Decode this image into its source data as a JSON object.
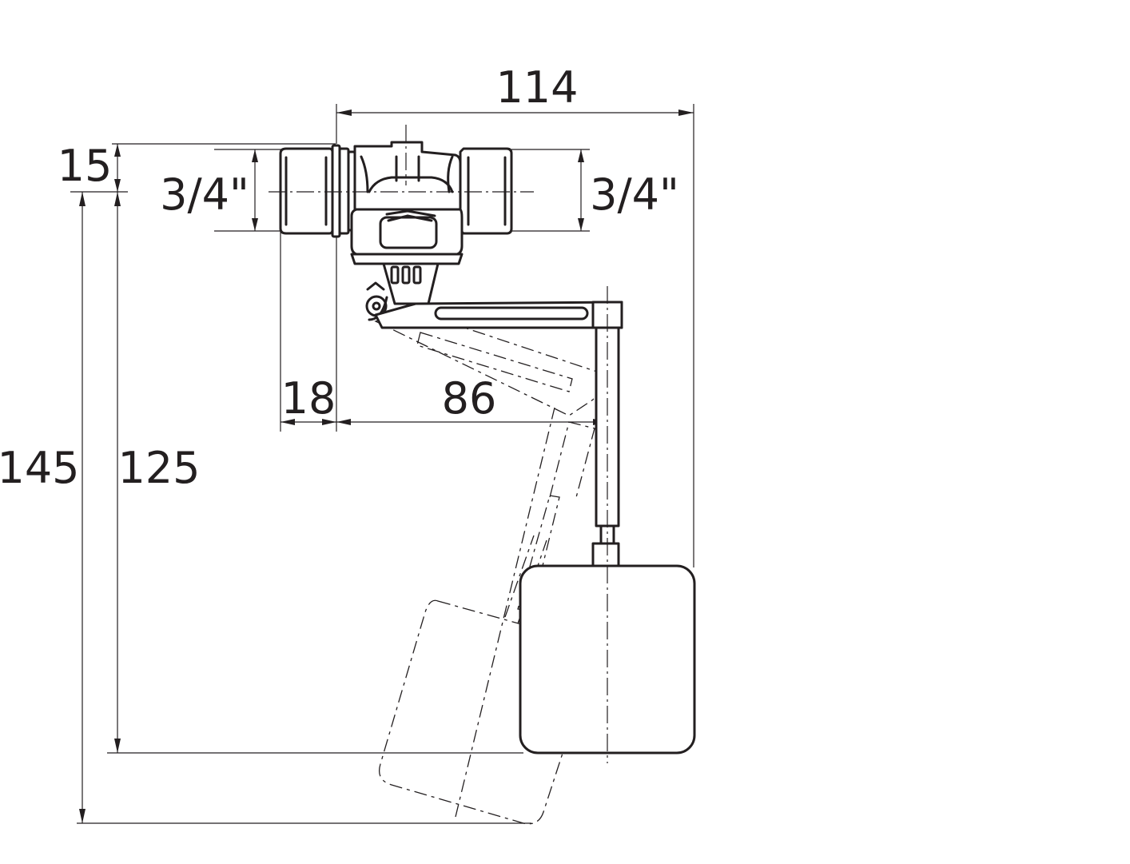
{
  "dimensions": {
    "overall_width": "114",
    "top_offset": "15",
    "inlet_thread": "3/4\"",
    "outlet_thread": "3/4\"",
    "overall_height": "145",
    "float_height": "125",
    "connector_length": "18",
    "arm_length": "86"
  }
}
